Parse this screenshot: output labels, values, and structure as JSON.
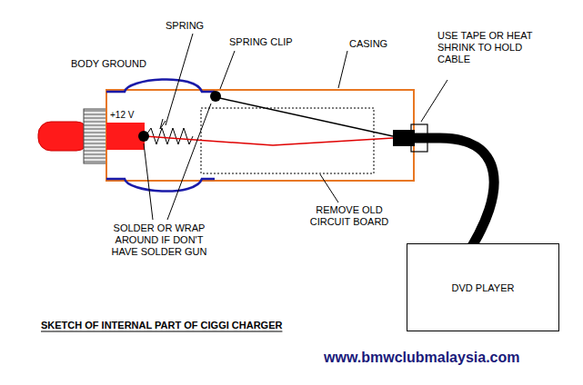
{
  "diagram": {
    "caption": "SKETCH OF INTERNAL PART OF CIGGI CHARGER",
    "nodes": [
      {
        "text": [
          "DVD PLAYER"
        ]
      }
    ],
    "labels": [
      "SPRING",
      "SPRING CLIP",
      "BODY GROUND",
      "CASING",
      "USE TAPE OR HEAT SHRINK TO HOLD CABLE",
      "+12 V",
      "SOLDER OR WRAP AROUND IF DON'T HAVE SOLDER GUN",
      "REMOVE OLD CIRCUIT BOARD",
      "www.bmwclubmalaysia.com"
    ]
  }
}
